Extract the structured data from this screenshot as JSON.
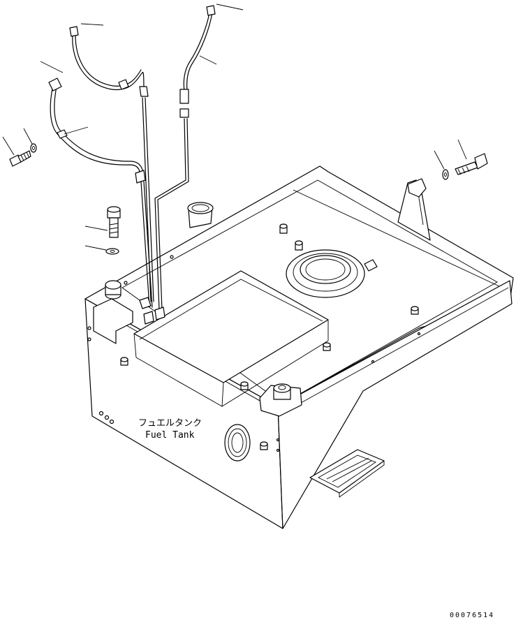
{
  "tank_label_jp": "フュエルタンク",
  "tank_label_en": "Fuel Tank",
  "drawing_number": "00076514"
}
